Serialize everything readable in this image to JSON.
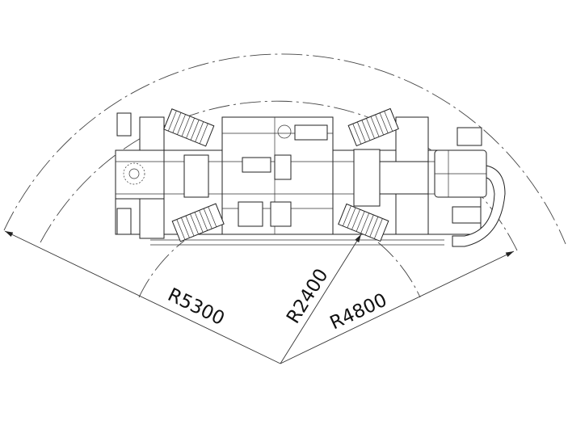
{
  "drawing": {
    "dimensions": [
      {
        "id": "outer",
        "label": "R5300"
      },
      {
        "id": "inner",
        "label": "R2400"
      },
      {
        "id": "middle",
        "label": "R4800"
      }
    ]
  }
}
